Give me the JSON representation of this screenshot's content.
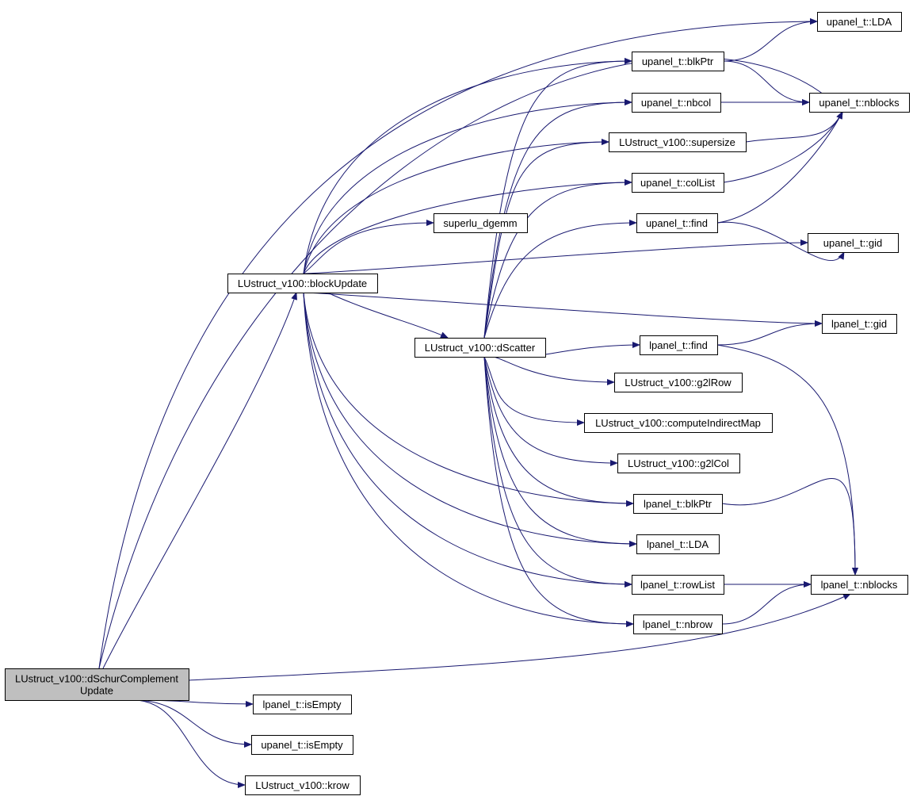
{
  "graph": {
    "colors": {
      "edge": "#191970",
      "root_fill": "#bfbfbf",
      "node_fill": "#ffffff",
      "node_stroke": "#000000"
    },
    "nodes": {
      "dschur": {
        "label": [
          "LUstruct_v100::dSchurComplement",
          "Update"
        ],
        "root": true
      },
      "blockUpdate": {
        "label": [
          "LUstruct_v100::blockUpdate"
        ]
      },
      "dScatter": {
        "label": [
          "LUstruct_v100::dScatter"
        ]
      },
      "superlu_dgemm": {
        "label": [
          "superlu_dgemm"
        ]
      },
      "u_LDA": {
        "label": [
          "upanel_t::LDA"
        ]
      },
      "u_blkPtr": {
        "label": [
          "upanel_t::blkPtr"
        ]
      },
      "u_nbcol": {
        "label": [
          "upanel_t::nbcol"
        ]
      },
      "u_nblocks": {
        "label": [
          "upanel_t::nblocks"
        ]
      },
      "supersize": {
        "label": [
          "LUstruct_v100::supersize"
        ]
      },
      "u_colList": {
        "label": [
          "upanel_t::colList"
        ]
      },
      "u_find": {
        "label": [
          "upanel_t::find"
        ]
      },
      "u_gid": {
        "label": [
          "upanel_t::gid"
        ]
      },
      "l_gid": {
        "label": [
          "lpanel_t::gid"
        ]
      },
      "l_find": {
        "label": [
          "lpanel_t::find"
        ]
      },
      "g2lRow": {
        "label": [
          "LUstruct_v100::g2lRow"
        ]
      },
      "computeIndirectMap": {
        "label": [
          "LUstruct_v100::computeIndirectMap"
        ]
      },
      "g2lCol": {
        "label": [
          "LUstruct_v100::g2lCol"
        ]
      },
      "l_blkPtr": {
        "label": [
          "lpanel_t::blkPtr"
        ]
      },
      "l_LDA": {
        "label": [
          "lpanel_t::LDA"
        ]
      },
      "l_rowList": {
        "label": [
          "lpanel_t::rowList"
        ]
      },
      "l_nbrow": {
        "label": [
          "lpanel_t::nbrow"
        ]
      },
      "l_nblocks": {
        "label": [
          "lpanel_t::nblocks"
        ]
      },
      "l_isEmpty": {
        "label": [
          "lpanel_t::isEmpty"
        ]
      },
      "u_isEmpty": {
        "label": [
          "upanel_t::isEmpty"
        ]
      },
      "krow": {
        "label": [
          "LUstruct_v100::krow"
        ]
      }
    },
    "edges": [
      [
        "dschur",
        "blockUpdate"
      ],
      [
        "dschur",
        "u_LDA"
      ],
      [
        "dschur",
        "u_nblocks"
      ],
      [
        "dschur",
        "l_nblocks"
      ],
      [
        "dschur",
        "l_isEmpty"
      ],
      [
        "dschur",
        "u_isEmpty"
      ],
      [
        "dschur",
        "krow"
      ],
      [
        "blockUpdate",
        "u_blkPtr"
      ],
      [
        "blockUpdate",
        "u_nbcol"
      ],
      [
        "blockUpdate",
        "supersize"
      ],
      [
        "blockUpdate",
        "u_colList"
      ],
      [
        "blockUpdate",
        "superlu_dgemm"
      ],
      [
        "blockUpdate",
        "u_gid"
      ],
      [
        "blockUpdate",
        "l_gid"
      ],
      [
        "blockUpdate",
        "dScatter"
      ],
      [
        "blockUpdate",
        "l_blkPtr"
      ],
      [
        "blockUpdate",
        "l_LDA"
      ],
      [
        "blockUpdate",
        "l_rowList"
      ],
      [
        "blockUpdate",
        "l_nbrow"
      ],
      [
        "dScatter",
        "u_blkPtr"
      ],
      [
        "dScatter",
        "u_nbcol"
      ],
      [
        "dScatter",
        "supersize"
      ],
      [
        "dScatter",
        "u_colList"
      ],
      [
        "dScatter",
        "u_find"
      ],
      [
        "dScatter",
        "l_find"
      ],
      [
        "dScatter",
        "g2lRow"
      ],
      [
        "dScatter",
        "computeIndirectMap"
      ],
      [
        "dScatter",
        "g2lCol"
      ],
      [
        "dScatter",
        "l_blkPtr"
      ],
      [
        "dScatter",
        "l_LDA"
      ],
      [
        "dScatter",
        "l_rowList"
      ],
      [
        "dScatter",
        "l_nbrow"
      ],
      [
        "u_blkPtr",
        "u_LDA"
      ],
      [
        "u_blkPtr",
        "u_nblocks"
      ],
      [
        "u_nbcol",
        "u_nblocks"
      ],
      [
        "supersize",
        "u_nblocks"
      ],
      [
        "u_colList",
        "u_nblocks"
      ],
      [
        "u_find",
        "u_nblocks"
      ],
      [
        "u_find",
        "u_gid"
      ],
      [
        "l_find",
        "l_gid"
      ],
      [
        "l_find",
        "l_nblocks"
      ],
      [
        "l_blkPtr",
        "l_nblocks"
      ],
      [
        "l_rowList",
        "l_nblocks"
      ],
      [
        "l_nbrow",
        "l_nblocks"
      ]
    ]
  }
}
